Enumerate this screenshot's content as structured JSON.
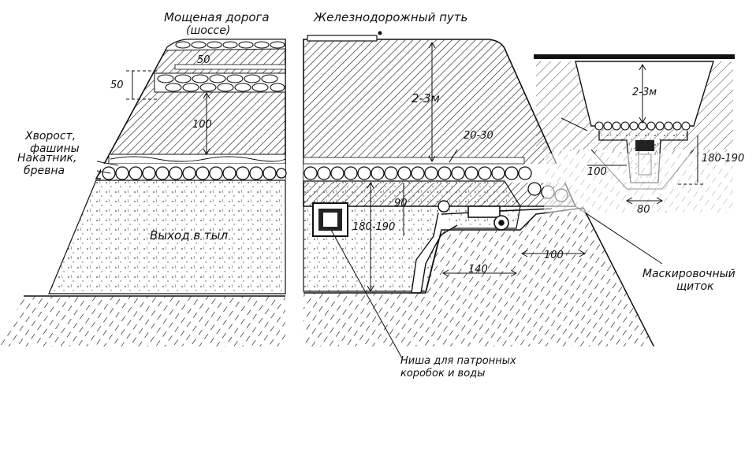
{
  "labels": {
    "paved_road": "Мощеная дорога",
    "paved_road_sub": "(шоссе)",
    "railway": "Железнодорожный путь",
    "brushwood_1": "Хворост,",
    "brushwood_2": "фашины",
    "logs_1": "Накатник,",
    "logs_2": "бревна",
    "exit": "Выход в тыл",
    "niche_1": "Ниша для патронных",
    "niche_2": "коробок и воды",
    "shield_1": "Маскировочный",
    "shield_2": "щиток"
  },
  "dimensions": {
    "road_top_layer": "50",
    "road_layer_side": "50",
    "road_fill": "100",
    "rail_cover": "2-3м",
    "rail_logs": "20-30",
    "chamber_height": "180-190",
    "firing_step": "90",
    "floor_width": "140",
    "embrasure": "100",
    "section_cover": "2-3м",
    "section_width_left": "100",
    "section_depth": "180-190",
    "section_trench": "80"
  }
}
